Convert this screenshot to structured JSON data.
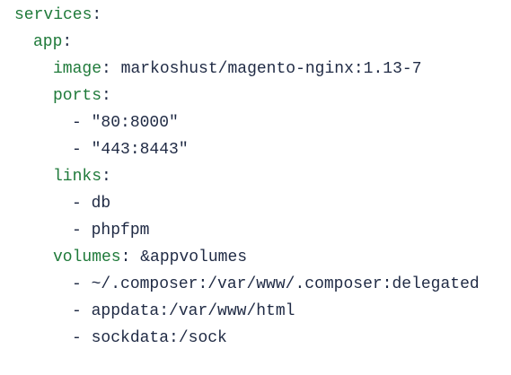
{
  "code": {
    "services_key": "services",
    "app_key": "app",
    "image_key": "image",
    "image_value": "markoshust/magento-nginx:1.13-7",
    "ports_key": "ports",
    "ports": [
      "\"80:8000\"",
      "\"443:8443\""
    ],
    "links_key": "links",
    "links": [
      "db",
      "phpfpm"
    ],
    "volumes_key": "volumes",
    "volumes_anchor": "&appvolumes",
    "volumes": [
      "~/.composer:/var/www/.composer:delegated",
      "appdata:/var/www/html",
      "sockdata:/sock"
    ],
    "colon": ":",
    "dash": "-"
  },
  "colors": {
    "key": "#1f7a3a",
    "text": "#1f2a44",
    "background": "#ffffff"
  }
}
